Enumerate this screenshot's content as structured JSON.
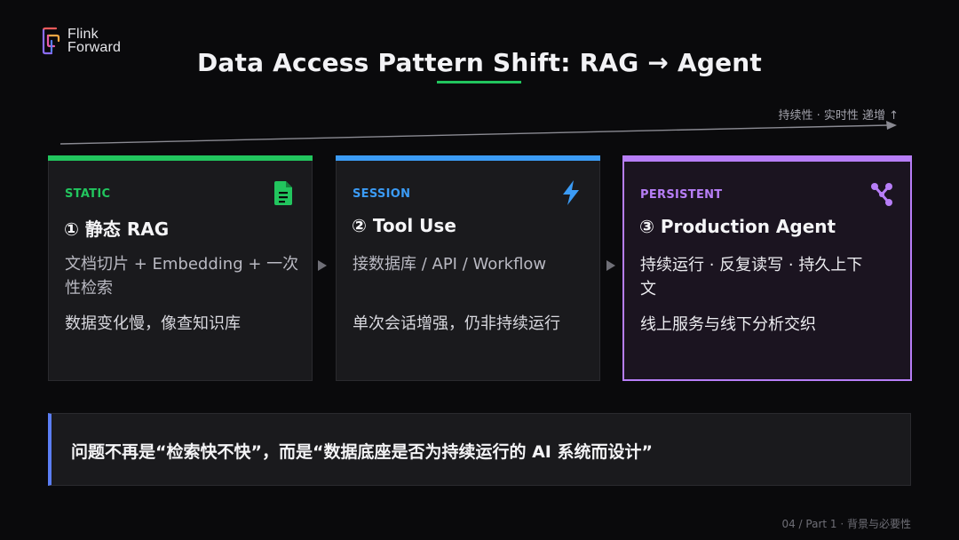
{
  "brand": {
    "line1": "Flink",
    "line2": "Forward"
  },
  "title": "Data Access Pattern Shift: RAG → Agent",
  "trend_label": "持续性 · 实时性 递增 ↑",
  "colors": {
    "static": "#22c55e",
    "session": "#3b9bf5",
    "persistent": "#b77ef7",
    "quote_accent": "#5b7ef5",
    "background": "#0a0a0c"
  },
  "cards": [
    {
      "tag": "STATIC",
      "icon": "document-icon",
      "heading": "① 静态 RAG",
      "desc": "文档切片 + Embedding + 一次性检索",
      "note": "数据变化慢，像查知识库"
    },
    {
      "tag": "SESSION",
      "icon": "lightning-icon",
      "heading": "② Tool Use",
      "desc": "接数据库 / API / Workflow",
      "note": "单次会话增强，仍非持续运行"
    },
    {
      "tag": "PERSISTENT",
      "icon": "network-icon",
      "heading": "③ Production Agent",
      "desc": "持续运行 · 反复读写 · 持久上下文",
      "note": "线上服务与线下分析交织"
    }
  ],
  "quote": "问题不再是“检索快不快”，而是“数据底座是否为持续运行的 AI 系统而设计”",
  "footer": "04 / Part 1 · 背景与必要性"
}
